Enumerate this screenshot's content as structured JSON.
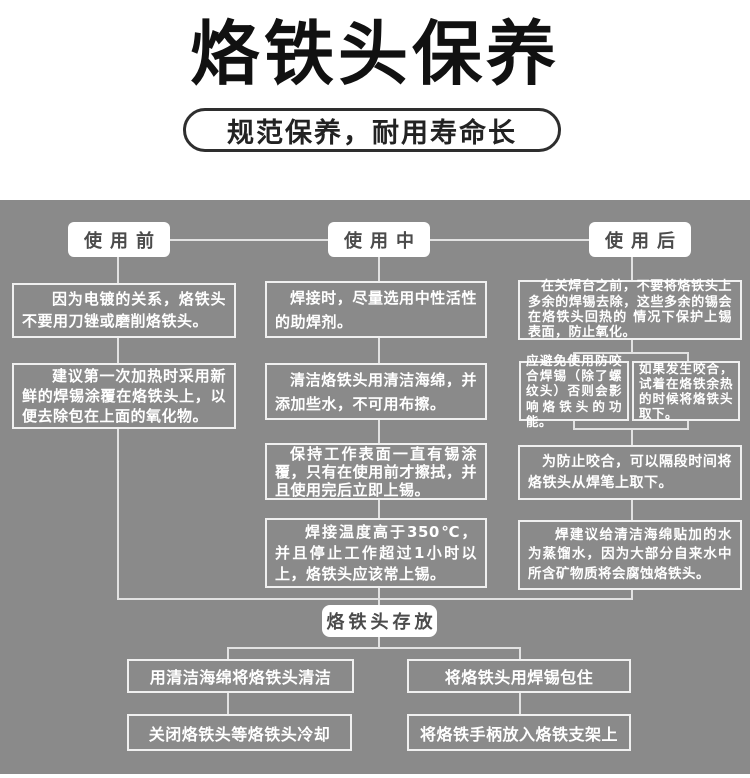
{
  "title": "烙铁头保养",
  "subtitle": "规范保养，耐用寿命长",
  "flow": {
    "before": {
      "header": "使用前",
      "items": [
        "因为电镀的关系，烙铁头不要用刀锉或磨削烙铁头。",
        "建议第一次加热时采用新鲜的焊锡涂覆在烙铁头上，以便去除包在上面的氧化物。"
      ]
    },
    "during": {
      "header": "使用中",
      "items": [
        "焊接时，尽量选用中性活性的助焊剂。",
        "清洁烙铁头用清洁海绵，并添加些水，不可用布擦。",
        "保持工作表面一直有锡涂覆，只有在使用前才擦拭，并且使用完后立即上锡。",
        "焊接温度高于350℃，并且停止工作超过1小时以上，烙铁头应该常上锡。"
      ]
    },
    "after": {
      "header": "使用后",
      "items": [
        "在关焊台之前，不要将烙铁头上多余的焊锡去除，这些多余的锡会在烙铁头回热的 情况下保护上锡表面，防止氧化。",
        "应避免使用防咬合焊锡（除了螺纹头）否则会影响烙铁头的功能。",
        "如果发生咬合，试着在烙铁余热的时候将烙铁头取下。",
        "为防止咬合，可以隔段时间将烙铁头从焊笔上取下。",
        "焊建议给清洁海绵贴加的水为蒸馏水，因为大部分自来水中所含矿物质将会腐蚀烙铁头。"
      ]
    },
    "storage": {
      "header": "烙铁头存放",
      "items": [
        "用清洁海绵将烙铁头清洁",
        "将烙铁头用焊锡包住",
        "关闭烙铁头等烙铁头冷却",
        "将烙铁手柄放入烙铁支架上"
      ]
    }
  },
  "colors": {
    "panel_background": "#8a8a8a",
    "connector_line": "#e2e2e2",
    "box_border": "#f0f0f0",
    "box_text": "#ffffff",
    "header_box_background": "#ffffff",
    "header_box_text": "#4b4b4b",
    "title_text": "#111111",
    "pill_border": "#2e2e2e"
  }
}
